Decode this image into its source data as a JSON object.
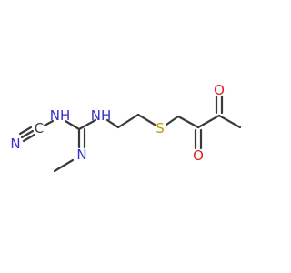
{
  "molecule": {
    "atom_labels": {
      "nitrile_n": "N",
      "nitrile_c": "C",
      "nh_cyano": "NH",
      "nh_ethyl": "NH",
      "n_imine": "N",
      "sulfur": "S",
      "o_ketone_1": "O",
      "o_ketone_2": "O"
    }
  },
  "colors": {
    "bond": "#3a3a3a",
    "carbon": "#3a3a3a",
    "nitrogen": "#3333cc",
    "sulfur": "#b5a000",
    "oxygen": "#e02020"
  }
}
